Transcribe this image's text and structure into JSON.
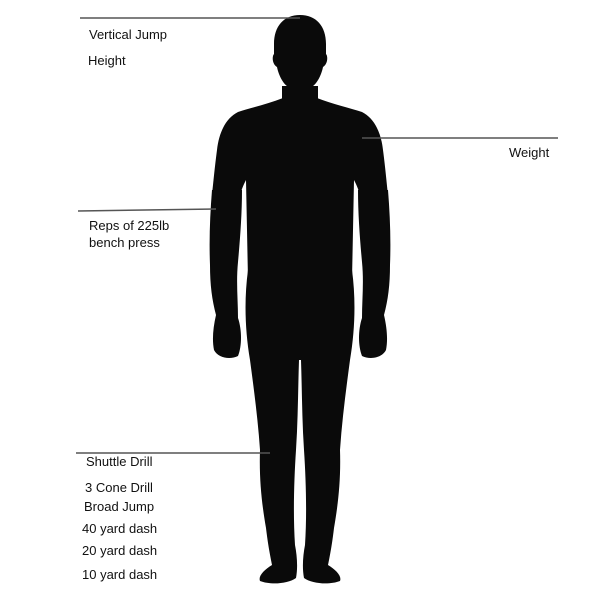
{
  "labels": {
    "vertical_jump": "Vertical Jump",
    "height": "Height",
    "weight": "Weight",
    "bench_press_line1": "Reps of 225lb",
    "bench_press_line2": "bench press",
    "shuttle_drill": "Shuttle Drill",
    "three_cone_drill": "3 Cone Drill",
    "broad_jump": "Broad Jump",
    "forty_yard_dash": "40 yard dash",
    "twenty_yard_dash": "20 yard dash",
    "ten_yard_dash": "10 yard dash"
  },
  "colors": {
    "silhouette": "#0a0a0a",
    "leader_line": "#555555",
    "text": "#111111",
    "background": "#ffffff"
  }
}
